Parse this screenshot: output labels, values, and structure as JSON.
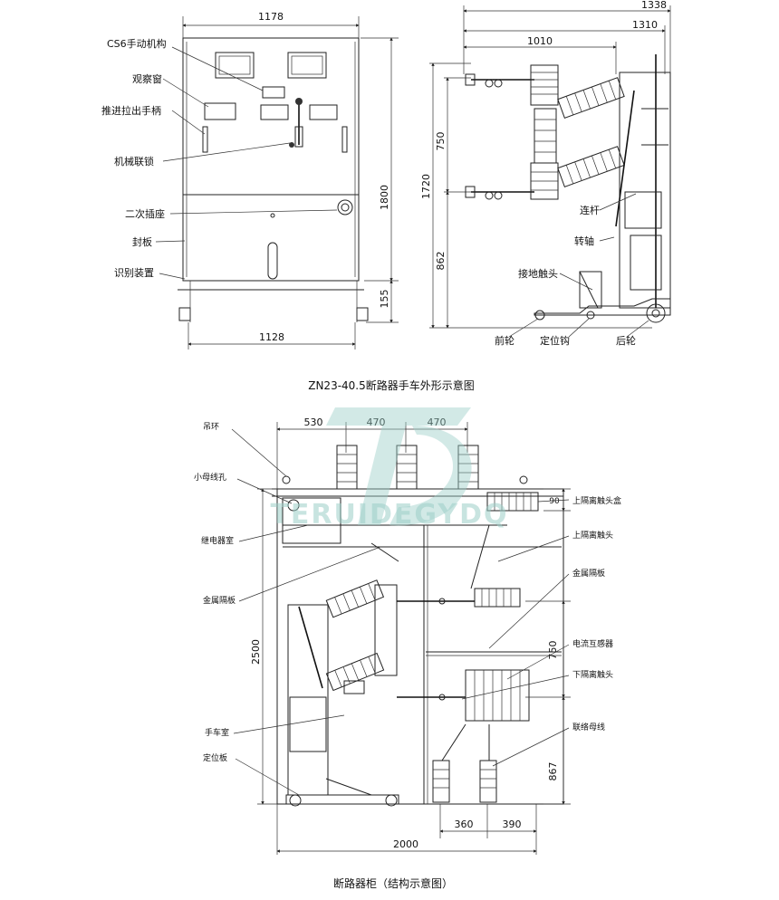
{
  "top_left": {
    "dim_width_top": "1178",
    "dim_width_bottom": "1128",
    "dim_height_total": "1800",
    "dim_height_base": "155",
    "labels": [
      "CS6手动机构",
      "观察窗",
      "推进拉出手柄",
      "机械联锁",
      "二次插座",
      "封板",
      "识别装置"
    ]
  },
  "top_right": {
    "dim_1338": "1338",
    "dim_1310": "1310",
    "dim_1010": "1010",
    "dim_750": "750",
    "dim_1720": "1720",
    "dim_862": "862",
    "labels": [
      "连杆",
      "转轴",
      "接地触头"
    ],
    "bottom_labels": [
      "前轮",
      "定位钩",
      "后轮"
    ]
  },
  "top_caption": "ZN23-40.5断路器手车外形示意图",
  "bottom": {
    "top_dims": [
      "530",
      "470",
      "470"
    ],
    "right_dims": [
      "90",
      "750",
      "867"
    ],
    "left_dim": "2500",
    "bottom_dims": [
      "360",
      "390"
    ],
    "bottom_total": "2000",
    "left_labels": [
      "吊环",
      "小母线孔",
      "继电器室",
      "金属隔板",
      "手车室",
      "定位板"
    ],
    "right_labels": [
      "上隔离触头盒",
      "上隔离触头",
      "金属隔板",
      "电流互感器",
      "下隔离触头",
      "联络母线"
    ]
  },
  "watermark": "TERUIDEGYDQ",
  "bottom_caption": "断路器柜（结构示意图）",
  "colors": {
    "line": "#222222",
    "watermark": "#9ccfc8"
  }
}
